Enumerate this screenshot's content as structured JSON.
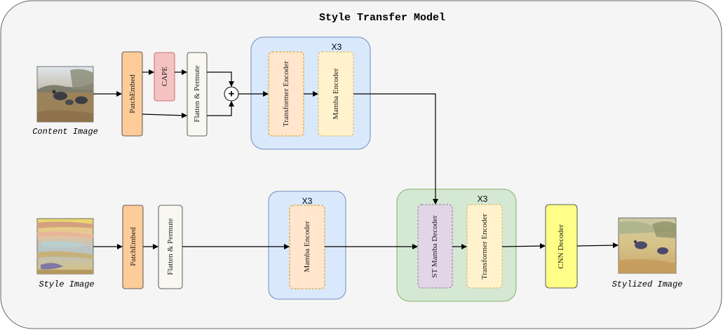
{
  "title": "Style Transfer Model",
  "captions": {
    "content": "Content Image",
    "style": "Style Image",
    "stylized": "Stylized Image"
  },
  "top_branch": {
    "patch_embed": "PatchEmbed",
    "cape": "CAPE",
    "flatten": "Flatten & Permute",
    "add_op": "+",
    "repeat": "X3",
    "transformer": "Transformer Encoder",
    "mamba": "Mamba Encoder"
  },
  "bottom_branch": {
    "patch_embed": "PatchEmbed",
    "flatten": "Flatten & Permute",
    "repeat": "X3",
    "mamba": "Mamba Encoder"
  },
  "decoder_group": {
    "repeat": "X3",
    "st_mamba": "ST Mamba Decoder",
    "transformer": "Transformer Encoder"
  },
  "cnn_decoder": "CNN Decoder",
  "colors": {
    "patch_embed": "#fdcc99",
    "cape": "#f5c2c2",
    "flatten": "#f8f8f0",
    "blue_group": "#dae8fc",
    "green_group": "#d5e8d4",
    "orange_inner": "#ffe6cc",
    "yellow_inner": "#fff2cc",
    "purple_inner": "#e1d5e7",
    "cnn": "#ffff88"
  }
}
